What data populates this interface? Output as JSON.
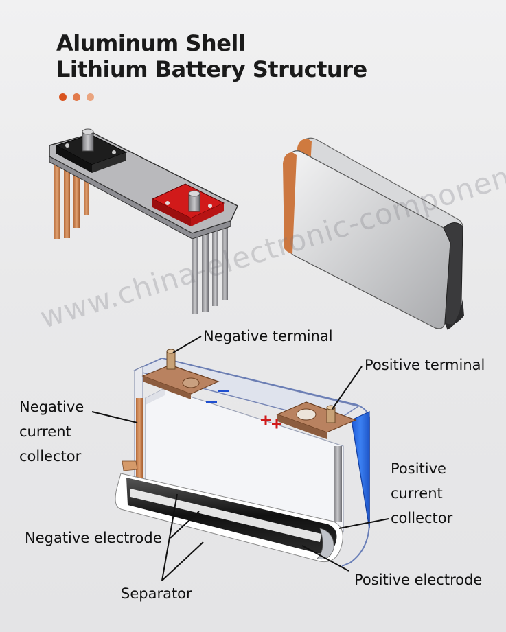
{
  "title": {
    "line1": "Aluminum Shell",
    "line2": "Lithium Battery Structure"
  },
  "accent_dots": [
    "#d9531e",
    "#e27a4c",
    "#eaa47f"
  ],
  "watermark": "www.china-electronic-components.com",
  "labels": {
    "negative_terminal": "Negative terminal",
    "positive_terminal": "Positive terminal",
    "negative_current_collector": [
      "Negative",
      "current",
      "collector"
    ],
    "positive_current_collector": [
      "Positive",
      "current",
      "collector"
    ],
    "negative_electrode": "Negative electrode",
    "positive_electrode": "Positive electrode",
    "separator": "Separator"
  },
  "colors": {
    "title_text": "#1a1a1a",
    "shell_blue": "#2f6fe6",
    "copper": "#c97a45",
    "positive_red": "#d11a1a",
    "cap_black": "#1d1d1d"
  }
}
